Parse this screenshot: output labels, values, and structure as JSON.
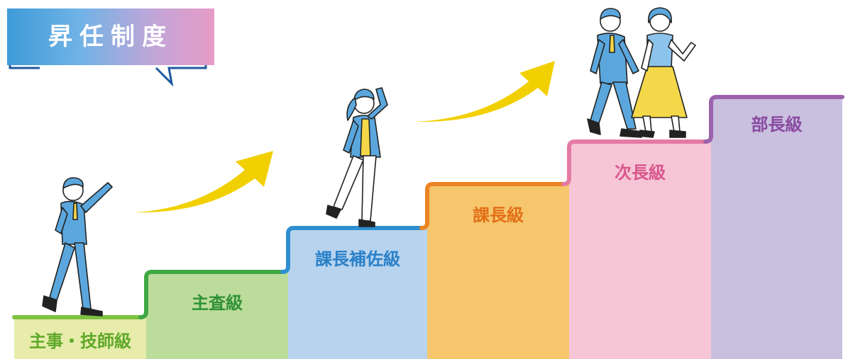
{
  "title": "昇任制度",
  "colors": {
    "title_gradient": [
      "#3f9bd8",
      "#6fb3e6",
      "#c0a6d8",
      "#e79bc6"
    ],
    "title_frame": "#1e5a9e",
    "arrow": "#f2d000",
    "person_blue": "#5ba7dd",
    "person_yellow": "#f5d84a"
  },
  "steps": [
    {
      "label": "主事・技師級",
      "fill": "#e7ecaa",
      "line": "#7ec242",
      "text": "#5fa82a"
    },
    {
      "label": "主査級",
      "fill": "#bcdc9b",
      "line": "#3fa843",
      "text": "#2f9138"
    },
    {
      "label": "課長補佐級",
      "fill": "#b7d3ee",
      "line": "#2e8fd0",
      "text": "#2a80c8"
    },
    {
      "label": "課長級",
      "fill": "#f6c66d",
      "line": "#ec8323",
      "text": "#e26f16"
    },
    {
      "label": "次長級",
      "fill": "#f6c6d6",
      "line": "#e57aa3",
      "text": "#d9578c"
    },
    {
      "label": "部長級",
      "fill": "#c9bfdf",
      "line": "#9b63ad",
      "text": "#8a4aa0"
    }
  ]
}
